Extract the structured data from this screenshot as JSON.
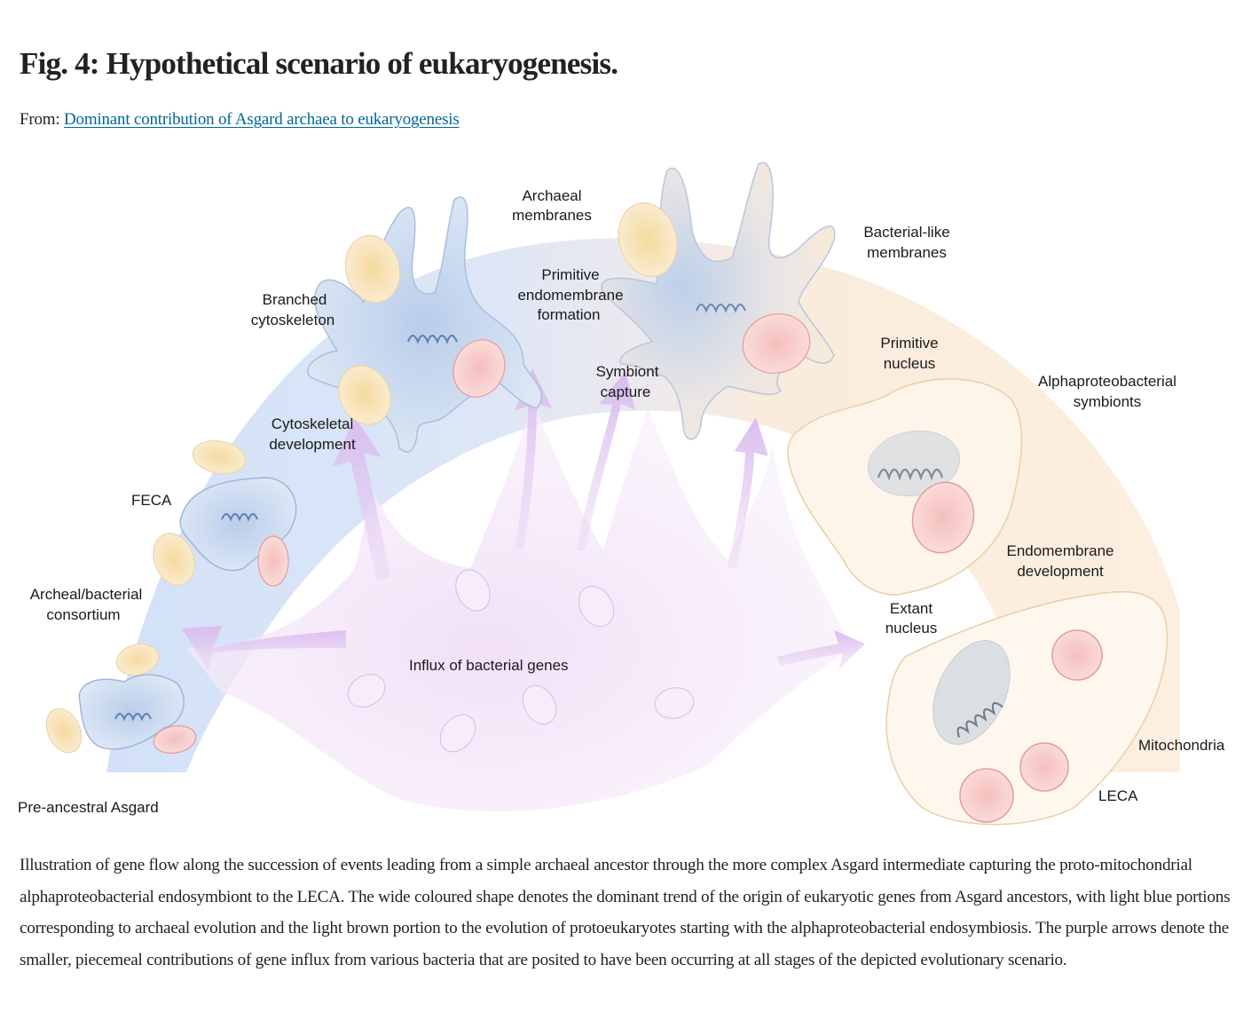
{
  "figure": {
    "title": "Fig. 4: Hypothetical scenario of eukaryogenesis.",
    "from_prefix": "From:",
    "source_link": "Dominant contribution of Asgard archaea to eukaryogenesis",
    "caption": "Illustration of gene flow along the succession of events leading from a simple archaeal ancestor through the more complex Asgard intermediate capturing the proto-mitochondrial alphaproteobacterial endosymbiont to the LECA. The wide coloured shape denotes the dominant trend of the origin of eukaryotic genes from Asgard ancestors, with light blue portions corresponding to archaeal evolution and the light brown portion to the evolution of protoeukaryotes starting with the alphaproteobacterial endosymbiosis. The purple arrows denote the smaller, piecemeal contributions of gene influx from various bacteria that are posited to have been occurring at all stages of the depicted evolutionary scenario."
  },
  "diagram": {
    "labels": {
      "pre_ancestral_asgard": "Pre-ancestral Asgard",
      "consortium_l1": "Archeal/bacterial",
      "consortium_l2": "consortium",
      "feca": "FECA",
      "cyto_dev_l1": "Cytoskeletal",
      "cyto_dev_l2": "development",
      "branched_l1": "Branched",
      "branched_l2": "cytoskeleton",
      "archaeal_mem_l1": "Archaeal",
      "archaeal_mem_l2": "membranes",
      "prim_endo_l1": "Primitive",
      "prim_endo_l2": "endomembrane",
      "prim_endo_l3": "formation",
      "symbiont_l1": "Symbiont",
      "symbiont_l2": "capture",
      "bact_mem_l1": "Bacterial-like",
      "bact_mem_l2": "membranes",
      "prim_nucleus_l1": "Primitive",
      "prim_nucleus_l2": "nucleus",
      "alpha_l1": "Alphaproteobacterial",
      "alpha_l2": "symbionts",
      "endo_dev_l1": "Endomembrane",
      "endo_dev_l2": "development",
      "extant_l1": "Extant",
      "extant_l2": "nucleus",
      "mitochondria": "Mitochondria",
      "leca": "LECA",
      "influx": "Influx of bacterial genes"
    },
    "colors": {
      "archaeal_blue": "#d6e3f7",
      "protoeukaryote_brown": "#fbeede",
      "influx_purple": "#e9d6f3",
      "membrane_blue": "#8fa6d8",
      "symbiont_red": "#f6c9c6",
      "bacteria_yellow": "#f8e3b8"
    }
  }
}
